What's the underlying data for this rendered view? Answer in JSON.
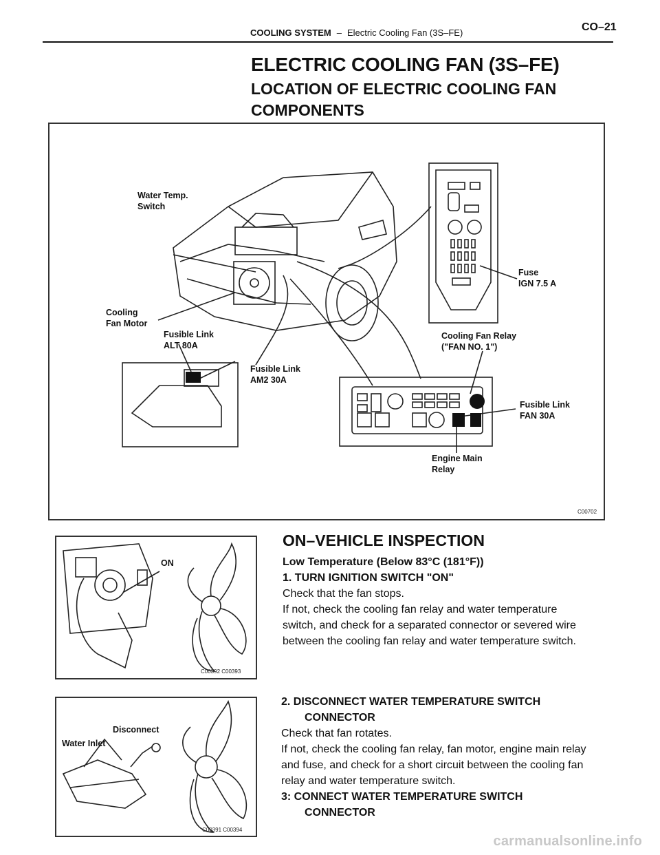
{
  "header": {
    "section": "COOLING SYSTEM",
    "separator": "–",
    "subsection": "Electric Cooling Fan (3S–FE)",
    "page": "CO–21"
  },
  "title": "ELECTRIC COOLING FAN (3S–FE)",
  "subtitle": "LOCATION OF ELECTRIC COOLING FAN COMPONENTS",
  "figure_main": {
    "labels": {
      "water_temp_switch_1": "Water Temp.",
      "water_temp_switch_2": "Switch",
      "cooling_fan_motor_1": "Cooling",
      "cooling_fan_motor_2": "Fan Motor",
      "fusible_alt_1": "Fusible Link",
      "fusible_alt_2": "ALT 80A",
      "fusible_am2_1": "Fusible Link",
      "fusible_am2_2": "AM2 30A",
      "fuse_ign_1": "Fuse",
      "fuse_ign_2": "IGN 7.5 A",
      "relay_1": "Cooling Fan Relay",
      "relay_2": "(\"FAN NO. 1\")",
      "fusible_fan_1": "Fusible Link",
      "fusible_fan_2": "FAN 30A",
      "engine_main_1": "Engine Main",
      "engine_main_2": "Relay"
    },
    "code": "C00702"
  },
  "inspection": {
    "title": "ON–VEHICLE INSPECTION",
    "condition": "Low Temperature (Below 83°C (181°F))",
    "step1_heading": "1. TURN IGNITION SWITCH \"ON\"",
    "step1_line1": "Check that the fan stops.",
    "step1_line2": "If not, check the cooling fan relay and water temperature switch, and check for a separated connector or severed wire between the cooling fan relay and water temperature switch.",
    "fig1_label": "ON",
    "fig1_code": "C00392  C00393",
    "step2_heading_a": "2. DISCONNECT WATER TEMPERATURE SWITCH",
    "step2_heading_b": "CONNECTOR",
    "step2_line1": "Check that fan rotates.",
    "step2_line2": "If not, check the cooling fan relay, fan motor, engine main relay and fuse, and check for a short circuit between the cooling fan relay and water temperature switch.",
    "step3_heading_a": "3: CONNECT WATER TEMPERATURE SWITCH",
    "step3_heading_b": "CONNECTOR",
    "fig2_label_disconnect": "Disconnect",
    "fig2_label_inlet": "Water Inlet",
    "fig2_code": "C00391  C00394"
  },
  "watermark": "carmanualsonline.info"
}
